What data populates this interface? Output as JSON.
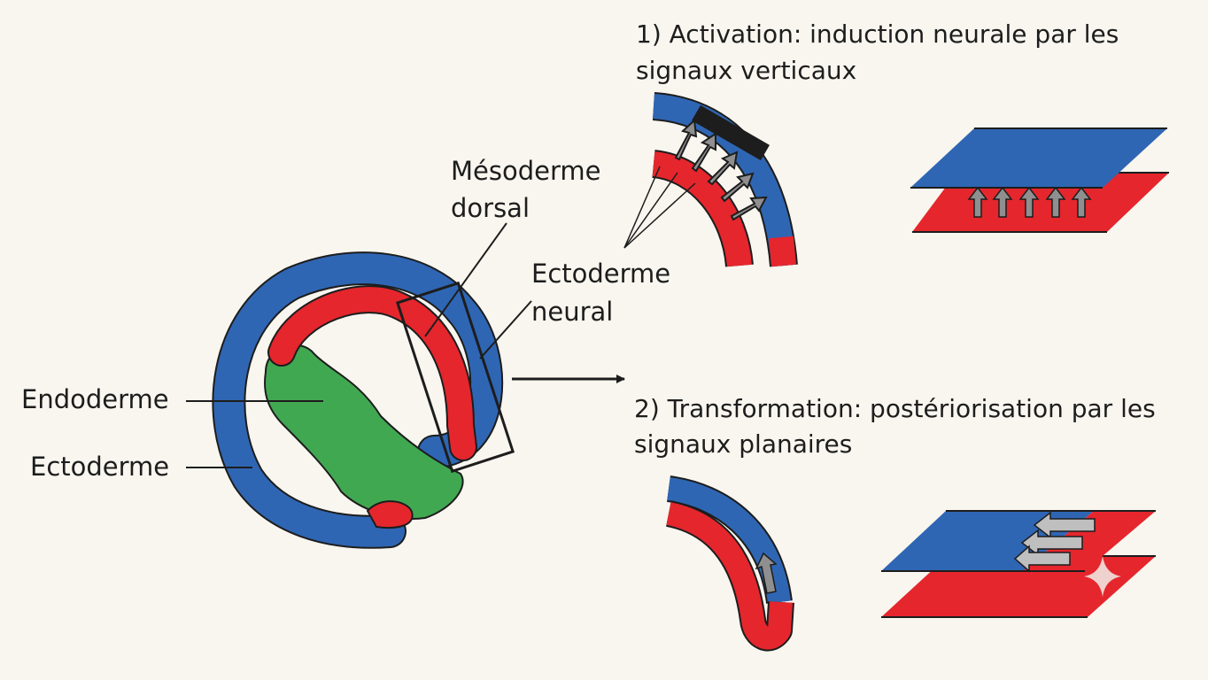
{
  "labels": {
    "mesoderm_dorsal_line1": "Mésoderme",
    "mesoderm_dorsal_line2": "dorsal",
    "ectoderm_neural_line1": "Ectoderme",
    "ectoderm_neural_line2": "neural",
    "endoderm": "Endoderme",
    "ectoderm": "Ectoderme"
  },
  "steps": {
    "step1_line1": "1) Activation: induction neurale par les",
    "step1_line2": "signaux verticaux",
    "step2_line1": "2) Transformation: postériorisation par les",
    "step2_line2": "signaux planaires"
  },
  "colors": {
    "ectoderm_blue": "#2f66b4",
    "mesoderm_red": "#e5262d",
    "endoderm_green": "#41a852",
    "outline": "#1d1d1d",
    "arrow_gray": "#8f8f8f"
  }
}
